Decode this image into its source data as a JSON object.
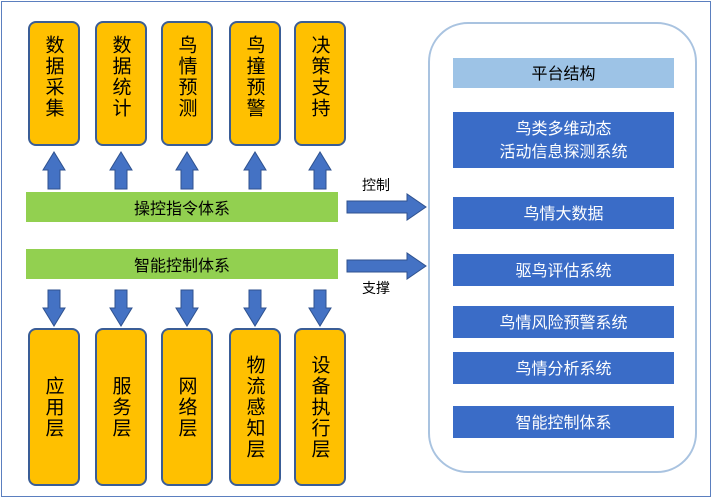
{
  "top_boxes": [
    "数据采集",
    "数据统计",
    "鸟情预测",
    "鸟撞预警",
    "决策支持"
  ],
  "bottom_boxes": [
    "应用层",
    "服务层",
    "网络层",
    "物流感知层",
    "设备执行层"
  ],
  "bars": {
    "operation": "操控指令体系",
    "intelligent": "智能控制体系"
  },
  "arrow_labels": {
    "control": "控制",
    "support": "支撑"
  },
  "platform": {
    "header": "平台结构",
    "items": [
      {
        "lines": [
          "鸟类多维动态",
          "活动信息探测系统"
        ]
      },
      {
        "lines": [
          "鸟情大数据"
        ]
      },
      {
        "lines": [
          "驱鸟评估系统"
        ]
      },
      {
        "lines": [
          "鸟情风险预警系统"
        ]
      },
      {
        "lines": [
          "鸟情分析系统"
        ]
      },
      {
        "lines": [
          "智能控制体系"
        ]
      }
    ]
  },
  "colors": {
    "box_fill": "#ffc000",
    "bar_fill": "#92d050",
    "item_fill": "#3a6cc7",
    "header_fill": "#9dc3e6",
    "arrow_fill": "#4472c4"
  }
}
